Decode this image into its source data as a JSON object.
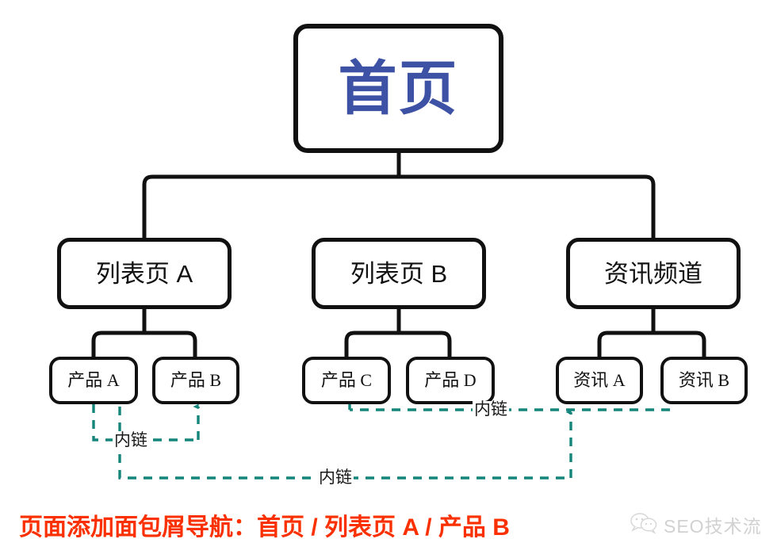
{
  "diagram": {
    "title_node": {
      "label": "首页"
    },
    "level2": [
      {
        "label": "列表页 A"
      },
      {
        "label": "列表页 B"
      },
      {
        "label": "资讯频道"
      }
    ],
    "leaves": [
      {
        "label": "产品 A"
      },
      {
        "label": "产品 B"
      },
      {
        "label": "产品 C"
      },
      {
        "label": "产品 D"
      },
      {
        "label": "资讯 A"
      },
      {
        "label": "资讯 B"
      }
    ],
    "internal_links": [
      {
        "label": "内链"
      },
      {
        "label": "内链"
      },
      {
        "label": "内链"
      }
    ]
  },
  "caption": {
    "text": "页面添加面包屑导航：首页 / 列表页 A / 产品 B"
  },
  "watermark": {
    "icon": "wechat-icon",
    "text": "SEO技术流"
  },
  "colors": {
    "root_text": "#3d51a5",
    "node_border": "#111111",
    "link_line": "#14857a",
    "caption_text": "#fb3000",
    "watermark_text": "#cfcfcf",
    "background": "#ffffff"
  }
}
